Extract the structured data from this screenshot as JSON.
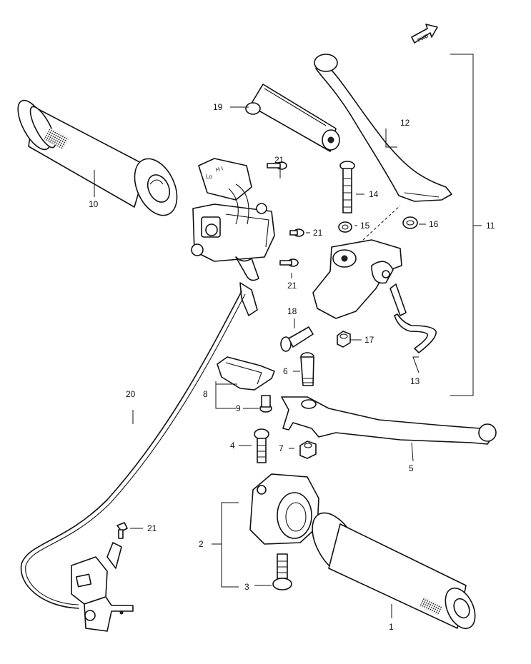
{
  "direction_marker": {
    "text": "FWD",
    "icon": "fwd-arrow-icon"
  },
  "labels": {
    "p1": "1",
    "p2": "2",
    "p3": "3",
    "p4": "4",
    "p5": "5",
    "p6": "6",
    "p7": "7",
    "p8": "8",
    "p9": "9",
    "p10": "10",
    "p11": "11",
    "p12": "12",
    "p13": "13",
    "p14": "14",
    "p15": "15",
    "p16": "16",
    "p17": "17",
    "p18": "18",
    "p19": "19",
    "p20": "20",
    "p21a": "21",
    "p21b": "21",
    "p21c": "21",
    "p21d": "21"
  },
  "switch_markings": {
    "hi": "H I",
    "lo": "Lo"
  },
  "colors": {
    "line": "#111111",
    "background": "#ffffff"
  }
}
